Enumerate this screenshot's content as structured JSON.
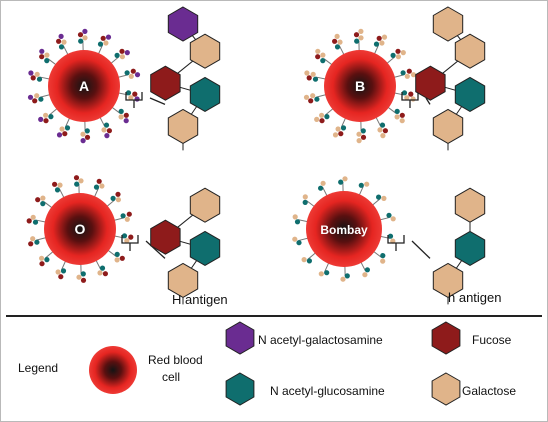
{
  "cells": [
    {
      "label": "A",
      "has_fucose": true,
      "terminal": "n-acetyl-galactosamine"
    },
    {
      "label": "B",
      "has_fucose": true,
      "terminal": "galactose"
    },
    {
      "label": "O",
      "has_fucose": true,
      "terminal": "none"
    },
    {
      "label": "Bombay",
      "has_fucose": false,
      "terminal": "none"
    }
  ],
  "captions": {
    "h_antigen": "H antigen",
    "h_antigen_lower": "h antigen"
  },
  "legend": {
    "title": "Legend",
    "red_blood_cell": "Red blood cell",
    "red_blood_cell_line1": "Red blood",
    "red_blood_cell_line2": "cell",
    "n_acetyl_galactosamine": "N acetyl-galactosamine",
    "fucose": "Fucose",
    "n_acetyl_glucosamine": "N acetyl-glucosamine",
    "galactose": "Galactose"
  },
  "colors": {
    "n_acetyl_galactosamine": "#6a2c91",
    "fucose": "#8e1b1b",
    "n_acetyl_glucosamine": "#0f6e6e",
    "galactose": "#e0b48a",
    "cell_red": "#e52521",
    "cell_center": "#1b1b1b"
  }
}
